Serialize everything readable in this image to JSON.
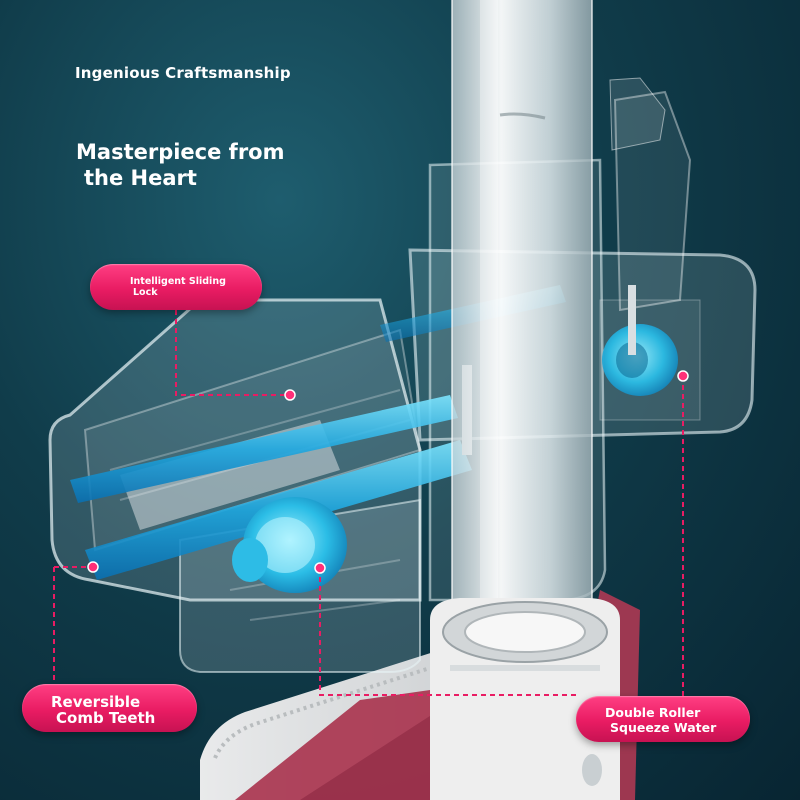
{
  "header": {
    "kicker": "Ingenious Craftsmanship",
    "headline_line1": "Masterpiece from",
    "headline_line2": "the Heart"
  },
  "callouts": {
    "sliding_lock_line1": "Intelligent Sliding",
    "sliding_lock_line2": "Lock",
    "comb_teeth_line1": "Reversible",
    "comb_teeth_line2": "Comb Teeth",
    "double_roller_line1": "Double Roller",
    "double_roller_line2": "Squeeze Water"
  },
  "colors": {
    "accent_pink": "#e91c63",
    "glow_blue": "#2fc4ea",
    "background": "#103c4a"
  }
}
